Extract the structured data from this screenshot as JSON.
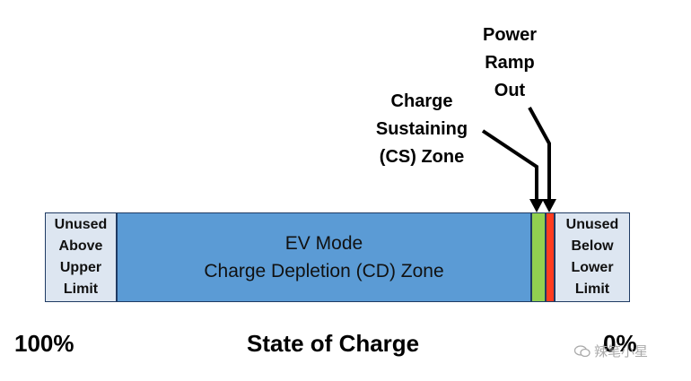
{
  "bar_segments": {
    "unused_upper": "Unused\nAbove\nUpper\nLimit",
    "ev_mode": "EV Mode\nCharge Depletion (CD) Zone",
    "unused_lower": "Unused\nBelow\nLower\nLimit"
  },
  "callouts": {
    "charge_sustaining": "Charge\nSustaining\n(CS) Zone",
    "power_ramp_out": "Power\nRamp\nOut"
  },
  "axis": {
    "left": "100%",
    "center": "State of Charge",
    "right": "0%"
  },
  "watermark": {
    "text": "辣笔小星",
    "icon": "wechat-icon"
  },
  "colors": {
    "unused": "#dde6f1",
    "ev_mode": "#5b9bd5",
    "charge_sustaining": "#92d050",
    "power_ramp_out": "#ff3b1f",
    "outline": "#1f3b63"
  }
}
